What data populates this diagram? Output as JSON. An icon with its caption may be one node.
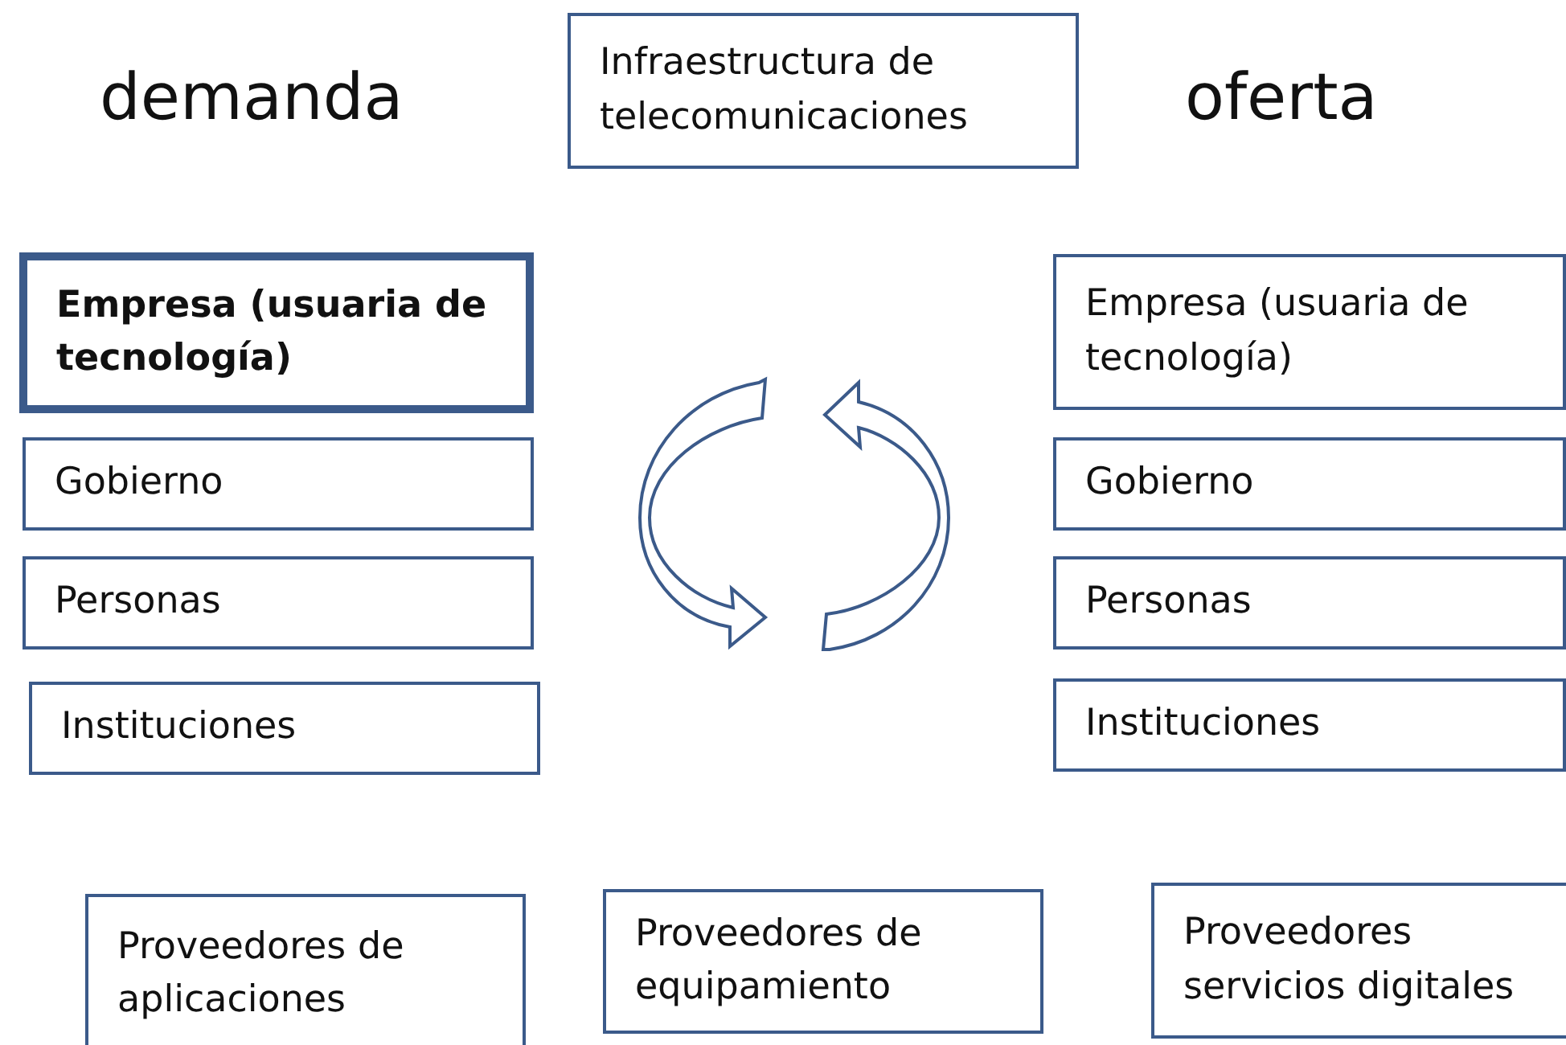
{
  "diagram": {
    "nodes": [
      {
        "text": [
          "Infraestructura de telecomunicaciones"
        ]
      },
      {
        "text": [
          "Empresa  (usuaria de tecnología)"
        ]
      },
      {
        "text": [
          "Gobierno"
        ]
      },
      {
        "text": [
          "Personas"
        ]
      },
      {
        "text": [
          "Instituciones"
        ]
      },
      {
        "text": [
          "Empresa  (usuaria de tecnología)"
        ]
      },
      {
        "text": [
          "Gobierno"
        ]
      },
      {
        "text": [
          "Personas"
        ]
      },
      {
        "text": [
          "Instituciones"
        ]
      },
      {
        "text": [
          "Proveedores de aplicaciones"
        ]
      },
      {
        "text": [
          "Proveedores de equipamiento"
        ]
      },
      {
        "text": [
          "Proveedores servicios digitales"
        ]
      }
    ],
    "edges": [],
    "labels": [
      "demanda",
      "oferta"
    ]
  }
}
